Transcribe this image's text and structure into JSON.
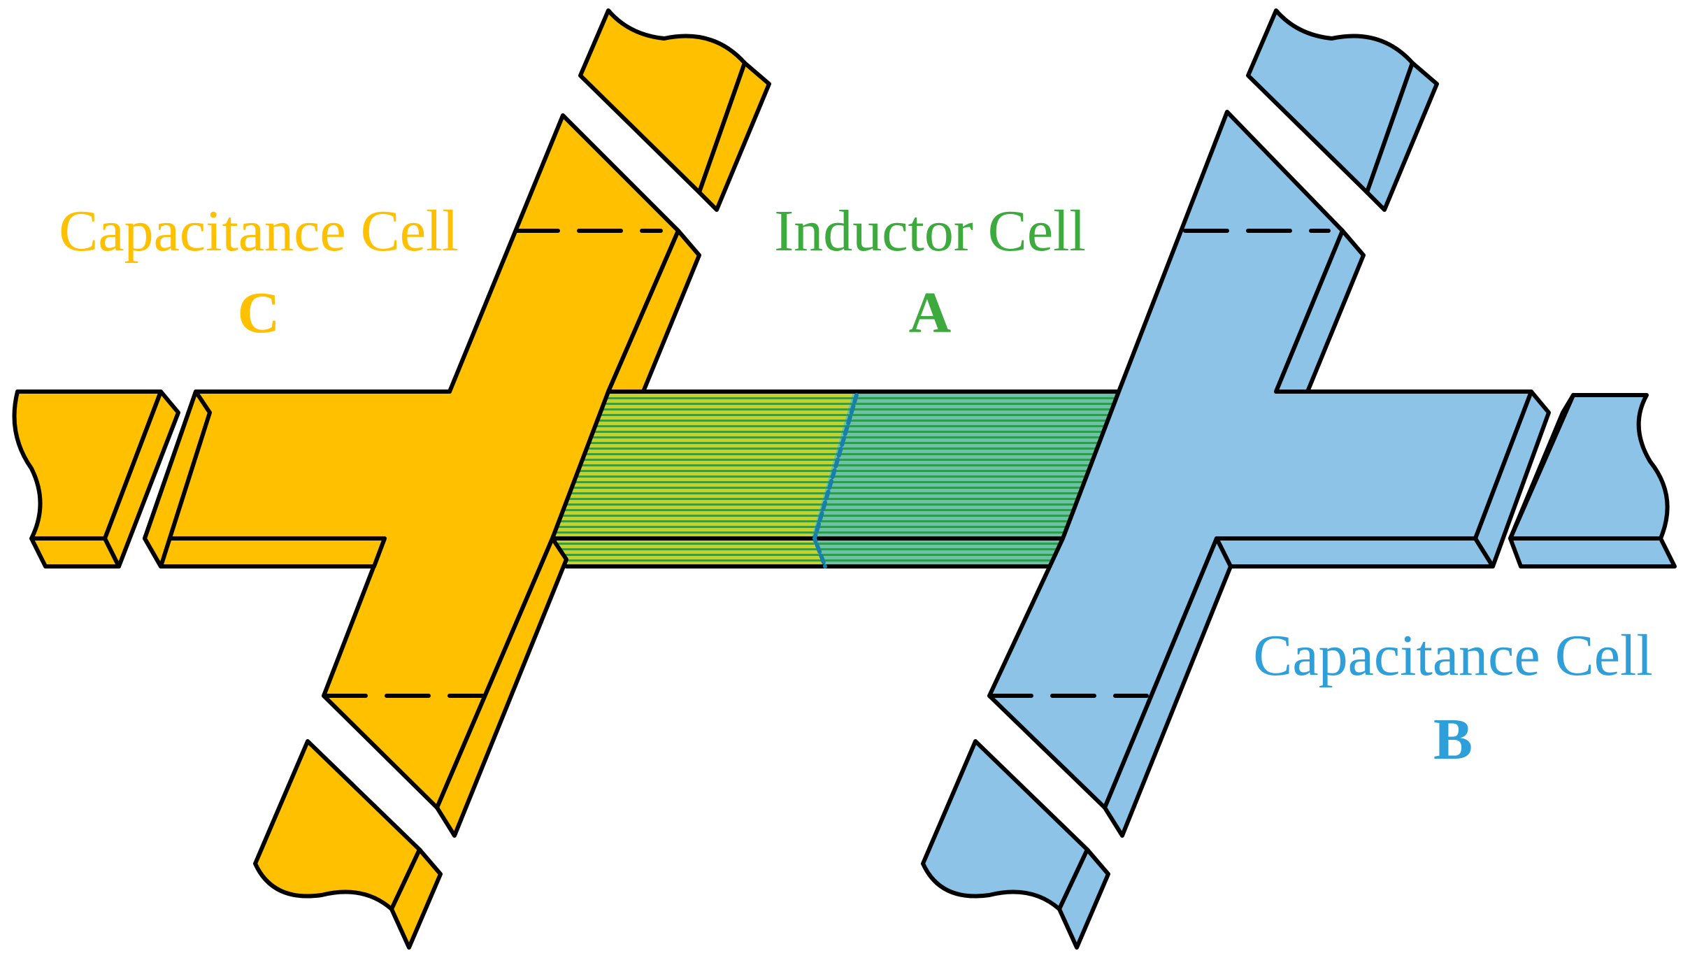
{
  "colors": {
    "capacitance_c": "#FFC000",
    "capacitance_b": "#8DC3E6",
    "inductor": "#3DAA3D",
    "label_c": "#FFC000",
    "label_a": "#3DAA3D",
    "label_b": "#2E9FD8",
    "outline": "#000000"
  },
  "labels": {
    "cap_c_title": "Capacitance Cell",
    "cap_c_letter": "C",
    "inductor_title": "Inductor Cell",
    "inductor_letter": "A",
    "cap_b_title": "Capacitance Cell",
    "cap_b_letter": "B"
  }
}
